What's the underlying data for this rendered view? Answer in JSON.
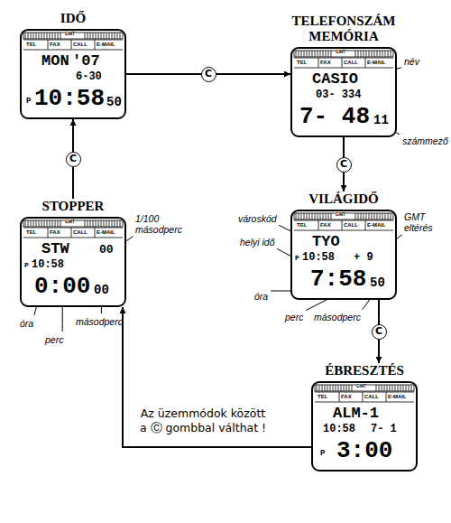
{
  "diagram": {
    "nodes": [
      {
        "text": [
          "IDŐ",
          "GMT",
          "TEL",
          "FAX",
          "CALL",
          "E-MAIL",
          "MON",
          "'07",
          "6-30",
          "P",
          "10:58",
          "50"
        ]
      },
      {
        "text": [
          "TELEFONSZÁM MEMÓRIA",
          "GMT",
          "TEL",
          "FAX",
          "CALL",
          "E-MAIL",
          "CASIO",
          "03- 334",
          "7- 48",
          "11"
        ]
      },
      {
        "text": [
          "VILÁGIDŐ",
          "GMT",
          "TEL",
          "FAX",
          "CALL",
          "E-MAIL",
          "TYO",
          "P",
          "10:58",
          "+ 9",
          "7:58",
          "50"
        ]
      },
      {
        "text": [
          "ÉBRESZTÉS",
          "GMT",
          "TEL",
          "FAX",
          "CALL",
          "E-MAIL",
          "ALM-1",
          "10:58",
          "7- 1",
          "P",
          "3:00"
        ]
      },
      {
        "text": [
          "STOPPER",
          "GMT",
          "TEL",
          "FAX",
          "CALL",
          "E-MAIL",
          "STW",
          "00",
          "P",
          "10:58",
          "0:00",
          "00"
        ]
      }
    ],
    "edges": [
      {
        "from": 0,
        "to": 1,
        "arrow": "to",
        "label": "C"
      },
      {
        "from": 1,
        "to": 2,
        "arrow": "to",
        "label": "C"
      },
      {
        "from": 2,
        "to": 3,
        "arrow": "to",
        "label": "C"
      },
      {
        "from": 3,
        "to": 4,
        "arrow": "to",
        "label": "Az üzemmódok között a Ⓒ gombbal válthat !"
      },
      {
        "from": 4,
        "to": 0,
        "arrow": "to",
        "label": "C"
      }
    ],
    "labels": [
      "név",
      "számmező",
      "városkód",
      "helyi idő",
      "GMT eltérés",
      "óra",
      "perc",
      "másodperc",
      "1/100 másodperc",
      "óra",
      "perc",
      "másodperc"
    ]
  }
}
